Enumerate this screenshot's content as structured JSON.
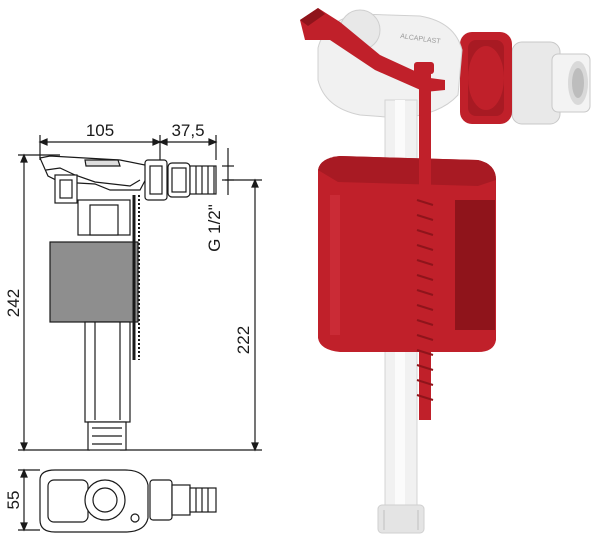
{
  "dimensions": {
    "top_width": "105",
    "top_offset": "37,5",
    "total_height": "242",
    "inner_height": "222",
    "thread": "G 1/2\"",
    "bottom_depth": "55"
  },
  "colors": {
    "line": "#1a1a1a",
    "valve_red": "#c0202a",
    "valve_red_dark": "#8f141b",
    "valve_white": "#f1f1f1",
    "float_gray": "#8e8e8e"
  }
}
